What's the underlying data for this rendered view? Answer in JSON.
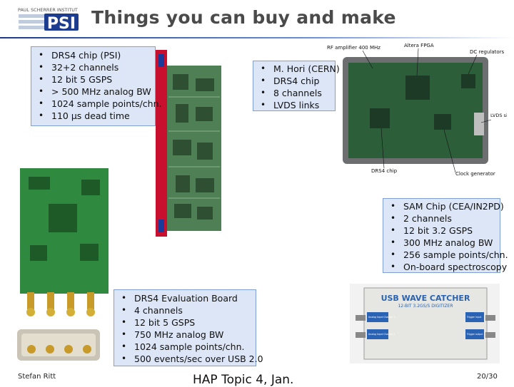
{
  "header": {
    "logo_text": [
      "PAUL SCHERRER INSTITUT",
      "PSI"
    ],
    "title": "Things you can buy and make"
  },
  "box1": {
    "items": [
      "DRS4 chip (PSI)",
      "32+2 channels",
      "12 bit 5 GSPS",
      "> 500 MHz analog BW",
      "1024 sample points/chn.",
      "110 μs dead time"
    ]
  },
  "box2": {
    "items": [
      "M. Hori (CERN)",
      "DRS4 chip",
      "8 channels",
      "LVDS links"
    ]
  },
  "box3": {
    "items": [
      "SAM Chip (CEA/IN2PD)",
      "2 channels",
      "12 bit 3.2 GSPS",
      "300 MHz analog BW",
      "256 sample points/chn.",
      "On-board spectroscopy"
    ]
  },
  "box4": {
    "items": [
      "DRS4 Evaluation Board",
      "4 channels",
      "12 bit 5 GSPS",
      "750 MHz analog BW",
      "1024 sample points/chn.",
      "500 events/sec over USB 2.0"
    ]
  },
  "lab_photo": {
    "labels": [
      "RF amplifier 400 MHz",
      "Altera FPGA",
      "DC regulators",
      "LVDS signal link",
      "DRS4 chip",
      "Clock generator"
    ]
  },
  "wavecatcher": {
    "title": "USB WAVE CATCHER",
    "subtitle": "12-BIT 3.2GS/S DIGITIZER",
    "left_ports": [
      "Analog Input Channel 1",
      "Analog Input Channel 2"
    ],
    "right_ports": [
      "Trigger input",
      "Trigger output"
    ]
  },
  "footer": {
    "author": "Stefan Ritt",
    "center": "HAP Topic 4, Jan.",
    "page": "20/30"
  }
}
